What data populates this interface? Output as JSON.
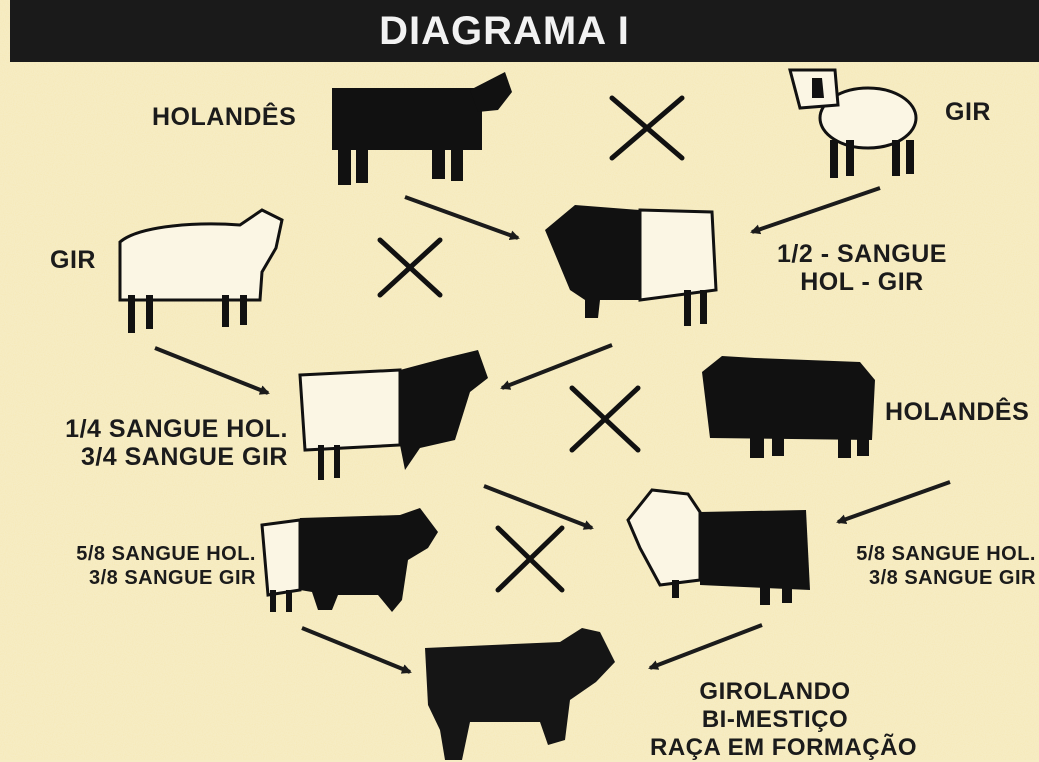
{
  "title": "DIAGRAMA I",
  "labels": {
    "holandes_top": "HOLANDÊS",
    "gir_top": "GIR",
    "gir_left": "GIR",
    "half_blood": [
      "1/2 - SANGUE",
      "HOL - GIR"
    ],
    "quarter_blood": [
      "1/4 SANGUE HOL.",
      "3/4 SANGUE GIR"
    ],
    "holandes_mid": "HOLANDÊS",
    "five_eighths_left": [
      "5/8 SANGUE HOL.",
      "3/8 SANGUE GIR"
    ],
    "five_eighths_right": [
      "5/8 SANGUE HOL.",
      "3/8 SANGUE GIR"
    ],
    "result": [
      "GIROLANDO",
      "BI-MESTIÇO",
      "RAÇA EM FORMAÇÃO"
    ]
  },
  "colors": {
    "background": "#f6ecc4",
    "title_bar": "#1a1a1a",
    "ink": "#1b1b1b"
  }
}
